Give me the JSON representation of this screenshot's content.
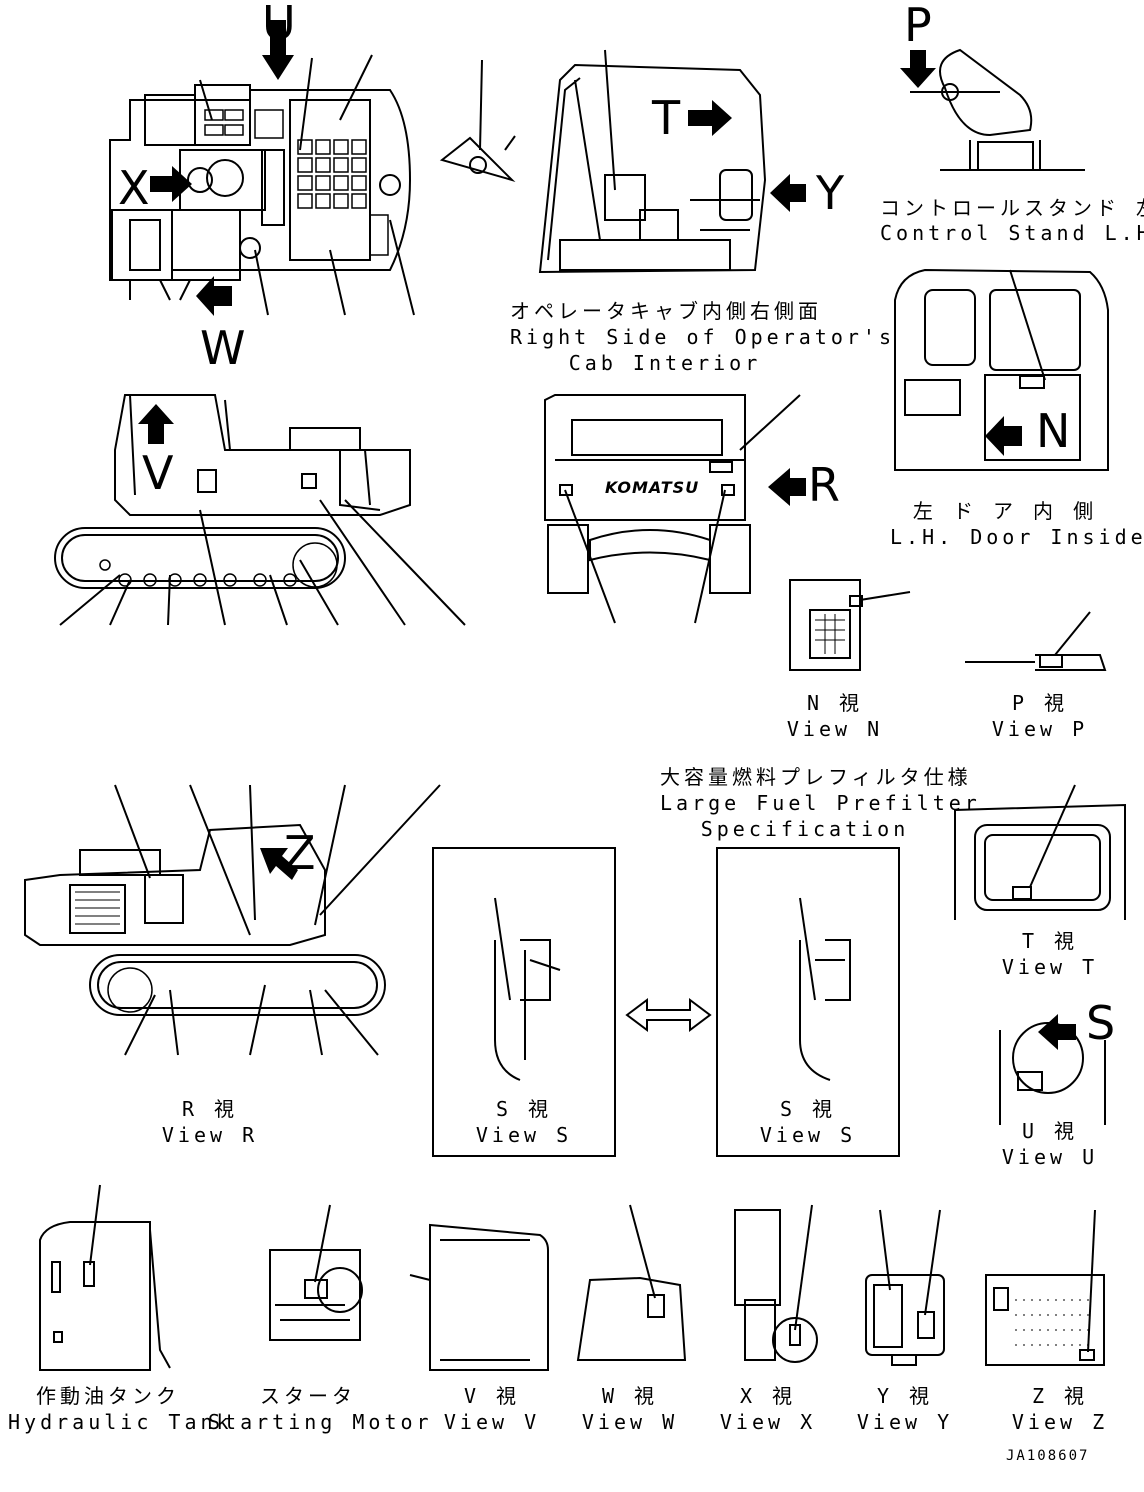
{
  "view_letters": {
    "U": "U",
    "X": "X",
    "W": "W",
    "T": "T",
    "Y": "Y",
    "P": "P",
    "V": "V",
    "R": "R",
    "N": "N",
    "Z": "Z",
    "S": "S"
  },
  "labels": {
    "control_stand_jp": "コントロールスタンド 左",
    "control_stand_en": "Control Stand L.H.",
    "cab_interior_jp": "オペレータキャブ内側右側面",
    "cab_interior_en1": "Right Side of Operator's",
    "cab_interior_en2": "Cab Interior",
    "door_jp": "左 ド ア 内 側",
    "door_en": "L.H. Door Inside",
    "view_n_jp": "N 視",
    "view_n_en": "View N",
    "view_p_jp": "P 視",
    "view_p_en": "View P",
    "prefilter_jp": "大容量燃料プレフィルタ仕様",
    "prefilter_en1": "Large Fuel Prefilter",
    "prefilter_en2": "Specification",
    "view_t_jp": "T 視",
    "view_t_en": "View T",
    "view_r_jp": "R 視",
    "view_r_en": "View R",
    "view_s1_jp": "S 視",
    "view_s1_en": "View S",
    "view_s2_jp": "S 視",
    "view_s2_en": "View S",
    "view_u_jp": "U 視",
    "view_u_en": "View U",
    "hyd_tank_jp": "作動油タンク",
    "hyd_tank_en": "Hydraulic Tank",
    "starter_jp": "スタータ",
    "starter_en": "Starting Motor",
    "view_v_jp": "V 視",
    "view_v_en": "View V",
    "view_w_jp": "W 視",
    "view_w_en": "View W",
    "view_x_jp": "X 視",
    "view_x_en": "View X",
    "view_y_jp": "Y 視",
    "view_y_en": "View Y",
    "view_z_jp": "Z 視",
    "view_z_en": "View Z"
  },
  "brand_mark": "KOMATSU",
  "drawing_code": "JA108607"
}
